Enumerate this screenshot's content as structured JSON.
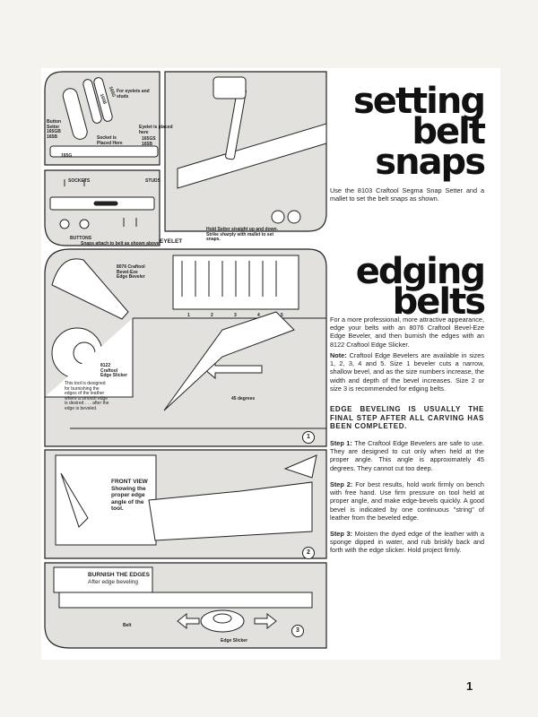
{
  "section1": {
    "title_lines": [
      "setting",
      "belt",
      "snaps"
    ],
    "intro": "Use the 8103 Craftool Segma Snap Setter and a mallet to set the belt snaps as shown."
  },
  "section2": {
    "title_lines": [
      "edging",
      "belts"
    ],
    "intro": "For a more professional, more attractive appearance, edge your belts with an 8076 Craftool Bevel-Eze Edge Beveler, and then burnish the edges with an 8122 Craftool Edge Slicker.",
    "note_label": "Note:",
    "note": " Craftool Edge Bevelers are available in sizes 1, 2, 3, 4 and 5. Size 1 beveler cuts a narrow, shallow bevel, and as the size numbers increase, the width and depth of the bevel increases. Size 2 or size 3 is recommended for edging belts.",
    "callout": "EDGE BEVELING IS USUALLY THE FINAL STEP AFTER ALL CARVING HAS BEEN COMPLETED.",
    "steps": [
      {
        "label": "Step 1:",
        "text": " The Craftool Edge Bevelers are safe to use. They are designed to cut only when held at the proper angle. This angle is approximately 45 degrees. They cannot cut too deep."
      },
      {
        "label": "Step 2:",
        "text": " For best results, hold work firmly on bench with free hand. Use firm pressure on tool held at proper angle, and make edge-bevels quickly. A good bevel is indicated by one continuous \"string\" of leather from the beveled edge."
      },
      {
        "label": "Step 3:",
        "text": " Moisten the dyed edge of the leather with a sponge dipped in water, and rub briskly back and forth with the edge slicker. Hold project firmly."
      }
    ]
  },
  "illustration_labels": {
    "for_eyelets": "For eyelets and studs",
    "button_setter": "Button Setter",
    "setter_sizes": "165GB 165B",
    "socket_placed": "Socket is Placed Here",
    "eyelet_placed": "Eyelet is placed here",
    "eyelet_sizes": "165GS 165B",
    "part_165g": "165G",
    "tube_a": "165B",
    "tube_b": "165G",
    "sockets": "SOCKETS",
    "studs": "STUDS",
    "buttons": "BUTTONS",
    "eyelet": "EYELET",
    "snaps_attach": "Snaps attach to belt as shown above.",
    "hold_setter": "Hold Setter straight up and down. Strike sharply with mallet to set snaps.",
    "beveler": "8076 Craftool Bevel-Eze Edge Beveler",
    "sizes": [
      "1",
      "2",
      "3",
      "4",
      "5"
    ],
    "slicker": "8122 Craftool Edge Slicker",
    "slicker_desc": "This tool is designed for burnishing the edges of the leather where a smooth edge is desired . . . after the edge is beveled.",
    "degrees": "45 degrees",
    "front_view": "FRONT VIEW",
    "front_view_desc": "Showing the proper edge angle of the tool.",
    "burnish": "BURNISH THE EDGES",
    "burnish_sub": "After edge beveling",
    "belt": "Belt",
    "edge_slicker": "Edge Slicker",
    "step_markers": [
      "1",
      "2",
      "3"
    ]
  },
  "page_number": "1"
}
